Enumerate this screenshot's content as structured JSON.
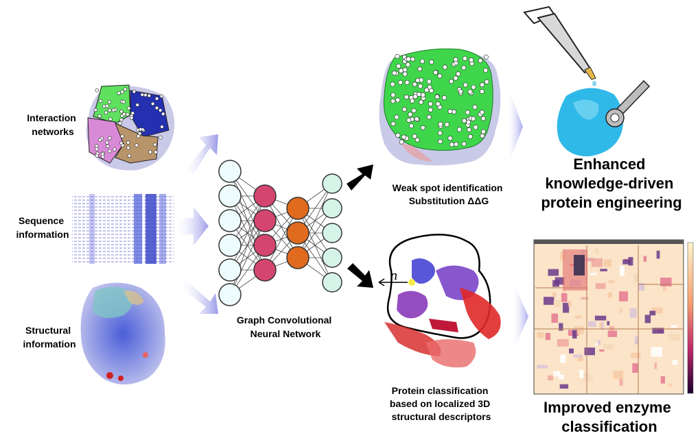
{
  "inputs": {
    "interaction": [
      "Interaction",
      "networks"
    ],
    "sequence": [
      "Sequence",
      "information"
    ],
    "structural": [
      "Structural",
      "information"
    ]
  },
  "network": {
    "caption": [
      "Graph Convolutional",
      "Neural Network"
    ],
    "layers": [
      {
        "nodes": 6,
        "color": "#eefcfd"
      },
      {
        "nodes": 4,
        "color": "#d4466f"
      },
      {
        "nodes": 3,
        "color": "#e06a1e"
      },
      {
        "nodes": 5,
        "color": "#d6f3e8"
      }
    ]
  },
  "outputs": {
    "weak_spot": [
      "Weak spot identification",
      "Substitution ΔΔG"
    ],
    "classification": [
      "Protein classification",
      "based on localized 3D",
      "structural descriptors"
    ],
    "n_symbol": "n"
  },
  "results": {
    "engineering": [
      "Enhanced",
      "knowledge-driven",
      "protein engineering"
    ],
    "enzyme": [
      "Improved enzyme",
      "classification"
    ]
  },
  "colors": {
    "arrow_light": "#a9a9ee",
    "green_surface": "#3fd64b",
    "protein_blue": "#2fb9e8",
    "heatmap_bg": "#fbe4c8"
  }
}
